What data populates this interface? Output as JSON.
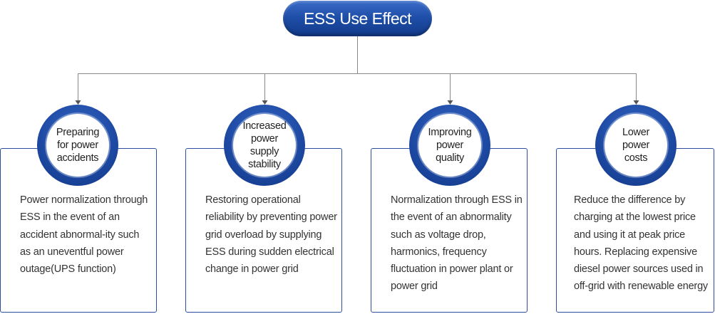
{
  "title": "ESS Use Effect",
  "colors": {
    "primary": "#1f4fa9",
    "line": "#888888",
    "text": "#333333"
  },
  "cards": [
    {
      "heading": "Preparing\nfor power\naccidents",
      "description": "Power normalization through ESS in the event of an accident abnormal-ity such as an uneventful power outage(UPS function)"
    },
    {
      "heading": "Increased\npower\nsupply\nstability",
      "description": "Restoring operational reliability by preventing power grid overload by supplying ESS during sudden electrical change in power grid"
    },
    {
      "heading": "Improving\npower\nquality",
      "description": "Normalization through ESS in the event of an abnormality such as voltage drop, harmonics, frequency fluctuation in power plant or power grid"
    },
    {
      "heading": "Lower\npower\ncosts",
      "description": "Reduce the difference by charging at the lowest price and using it at peak price hours. Replacing expensive diesel power sources used in off-grid with renewable energy"
    }
  ]
}
